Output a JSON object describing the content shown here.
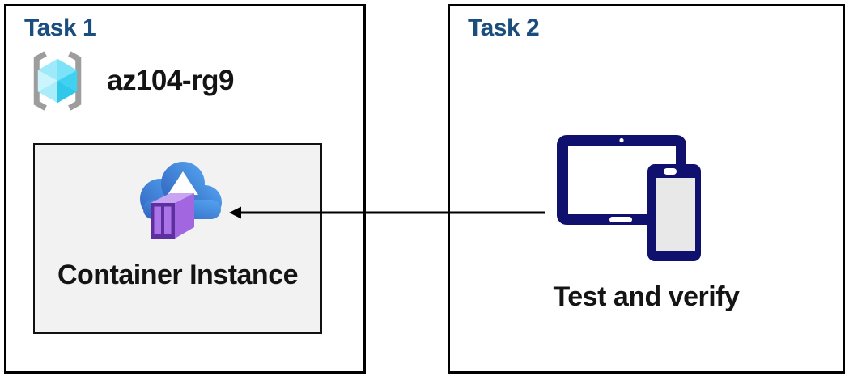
{
  "task1": {
    "title": "Task 1",
    "resource_group_name": "az104-rg9",
    "container_instance_label": "Container Instance"
  },
  "task2": {
    "title": "Task 2",
    "caption": "Test and verify"
  },
  "icons": {
    "resource_group": "resource-group-icon",
    "container_instance": "container-instance-icon",
    "devices": "tablet-and-phone-icon",
    "connector": "left-arrow-connector"
  },
  "colors": {
    "title_blue": "#1b4e7e",
    "box_border": "#000000",
    "inner_box_bg": "#f2f2f2",
    "text_black": "#141414",
    "device_navy": "#10106e",
    "phone_screen_gray": "#e8e8e8",
    "cloud_blue_dark": "#2f63be",
    "cloud_blue_light": "#55a4f0",
    "container_purple_dark": "#5e2f9e",
    "container_purple_mid": "#a266e0",
    "container_purple_light": "#aa74e8",
    "container_purple_top": "#c9a4f2",
    "cube_cyan_lightest": "#cbf5fd",
    "cube_cyan_light": "#9feafa",
    "cube_cyan_mid": "#7ce2f8",
    "cube_cyan_dark": "#3ed2f0",
    "bracket_gray": "#9d9d9d",
    "arrow_black": "#000000"
  }
}
